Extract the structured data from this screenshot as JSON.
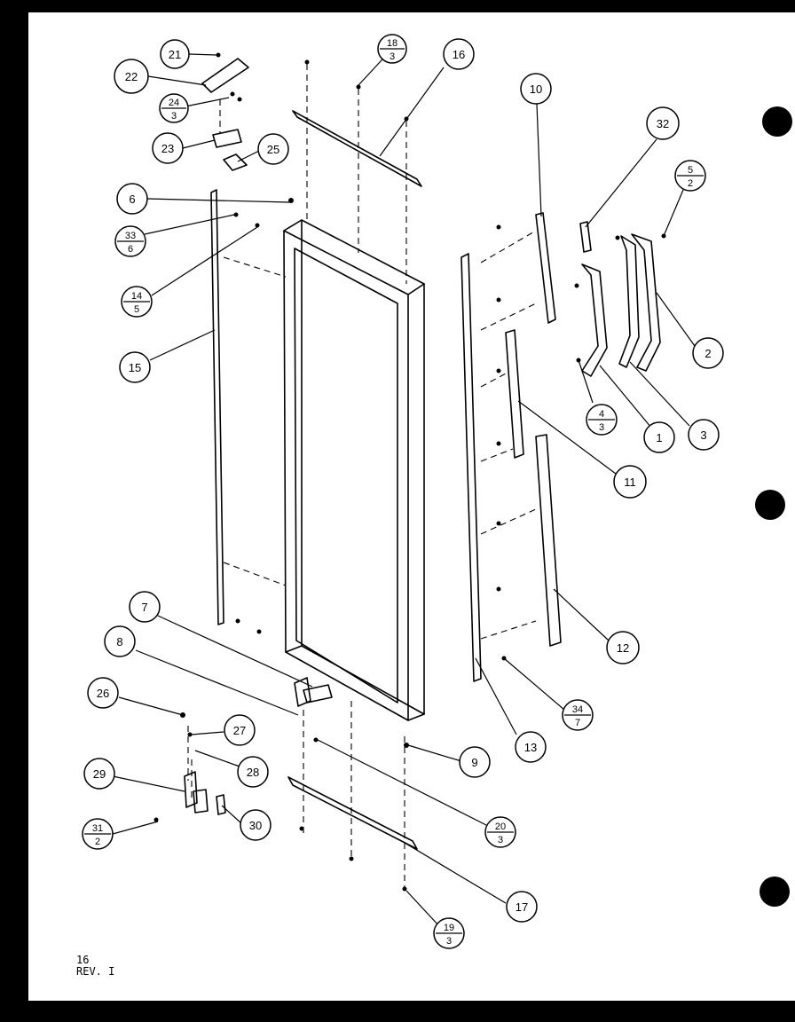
{
  "footer": {
    "page": "16",
    "revision": "REV. I"
  },
  "callouts": {
    "c21": "21",
    "c22": "22",
    "c18": "18",
    "c18s": "3",
    "c16": "16",
    "c24": "24",
    "c24s": "3",
    "c23": "23",
    "c25": "25",
    "c6": "6",
    "c33": "33",
    "c33s": "6",
    "c14": "14",
    "c14s": "5",
    "c15": "15",
    "c10": "10",
    "c32": "32",
    "c5": "5",
    "c5s": "2",
    "c2": "2",
    "c4": "4",
    "c4s": "3",
    "c1": "1",
    "c3": "3",
    "c11": "11",
    "c12": "12",
    "c7": "7",
    "c8": "8",
    "c26": "26",
    "c27": "27",
    "c28": "28",
    "c29": "29",
    "c30": "30",
    "c31": "31",
    "c31s": "2",
    "c9": "9",
    "c13": "13",
    "c34": "34",
    "c34s": "7",
    "c20": "20",
    "c20s": "3",
    "c17": "17",
    "c19": "19",
    "c19s": "3"
  }
}
